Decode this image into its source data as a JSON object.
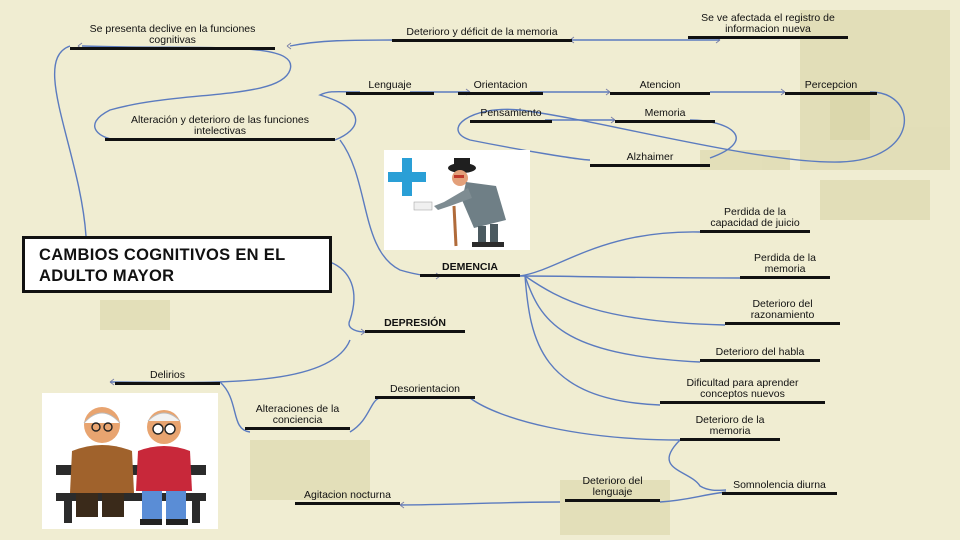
{
  "title": {
    "line1": "CAMBIOS COGNITIVOS EN EL",
    "line2": "ADULTO MAYOR"
  },
  "nodes": {
    "declive": {
      "l1": "Se presenta declive en la funciones",
      "l2": "cognitivas"
    },
    "deterioro_memoria_top": "Deterioro y déficit  de la memoria",
    "registro": {
      "l1": "Se ve afectada el registro de",
      "l2": "informacion nueva"
    },
    "lenguaje": "Lenguaje",
    "orientacion": "Orientacion",
    "atencion": "Atencion",
    "percepcion": "Percepcion",
    "alteracion": {
      "l1": "Alteración y deterioro de las funciones",
      "l2": "intelectivas"
    },
    "pensamiento": "Pensamiento",
    "memoria": "Memoria",
    "alzheimer": "Alzhaimer",
    "demencia": "DEMENCIA",
    "juicio": {
      "l1": "Perdida de la",
      "l2": "capacidad de juicio"
    },
    "perdida_memoria": {
      "l1": "Perdida de la",
      "l2": "memoria"
    },
    "razonamiento": {
      "l1": "Deterioro del",
      "l2": "razonamiento"
    },
    "habla": "Deterioro del habla",
    "aprender": {
      "l1": "Dificultad para aprender",
      "l2": "conceptos nuevos"
    },
    "deterioro_memoria_low": {
      "l1": "Deterioro de la",
      "l2": "memoria"
    },
    "depresion": "DEPRESIÓN",
    "delirios": "Delirios",
    "conciencia": {
      "l1": "Alteraciones de la",
      "l2": "conciencia"
    },
    "desorientacion": "Desorientacion",
    "somnolencia": "Somnolencia diurna",
    "deterioro_lenguaje": {
      "l1": "Deterioro del",
      "l2": "lenguaje"
    },
    "agitacion": "Agitacion nocturna"
  },
  "colors": {
    "background": "#ece9c6",
    "connector": "#5b7bbf",
    "bar": "#111111",
    "cross": "#2a9fd6"
  }
}
